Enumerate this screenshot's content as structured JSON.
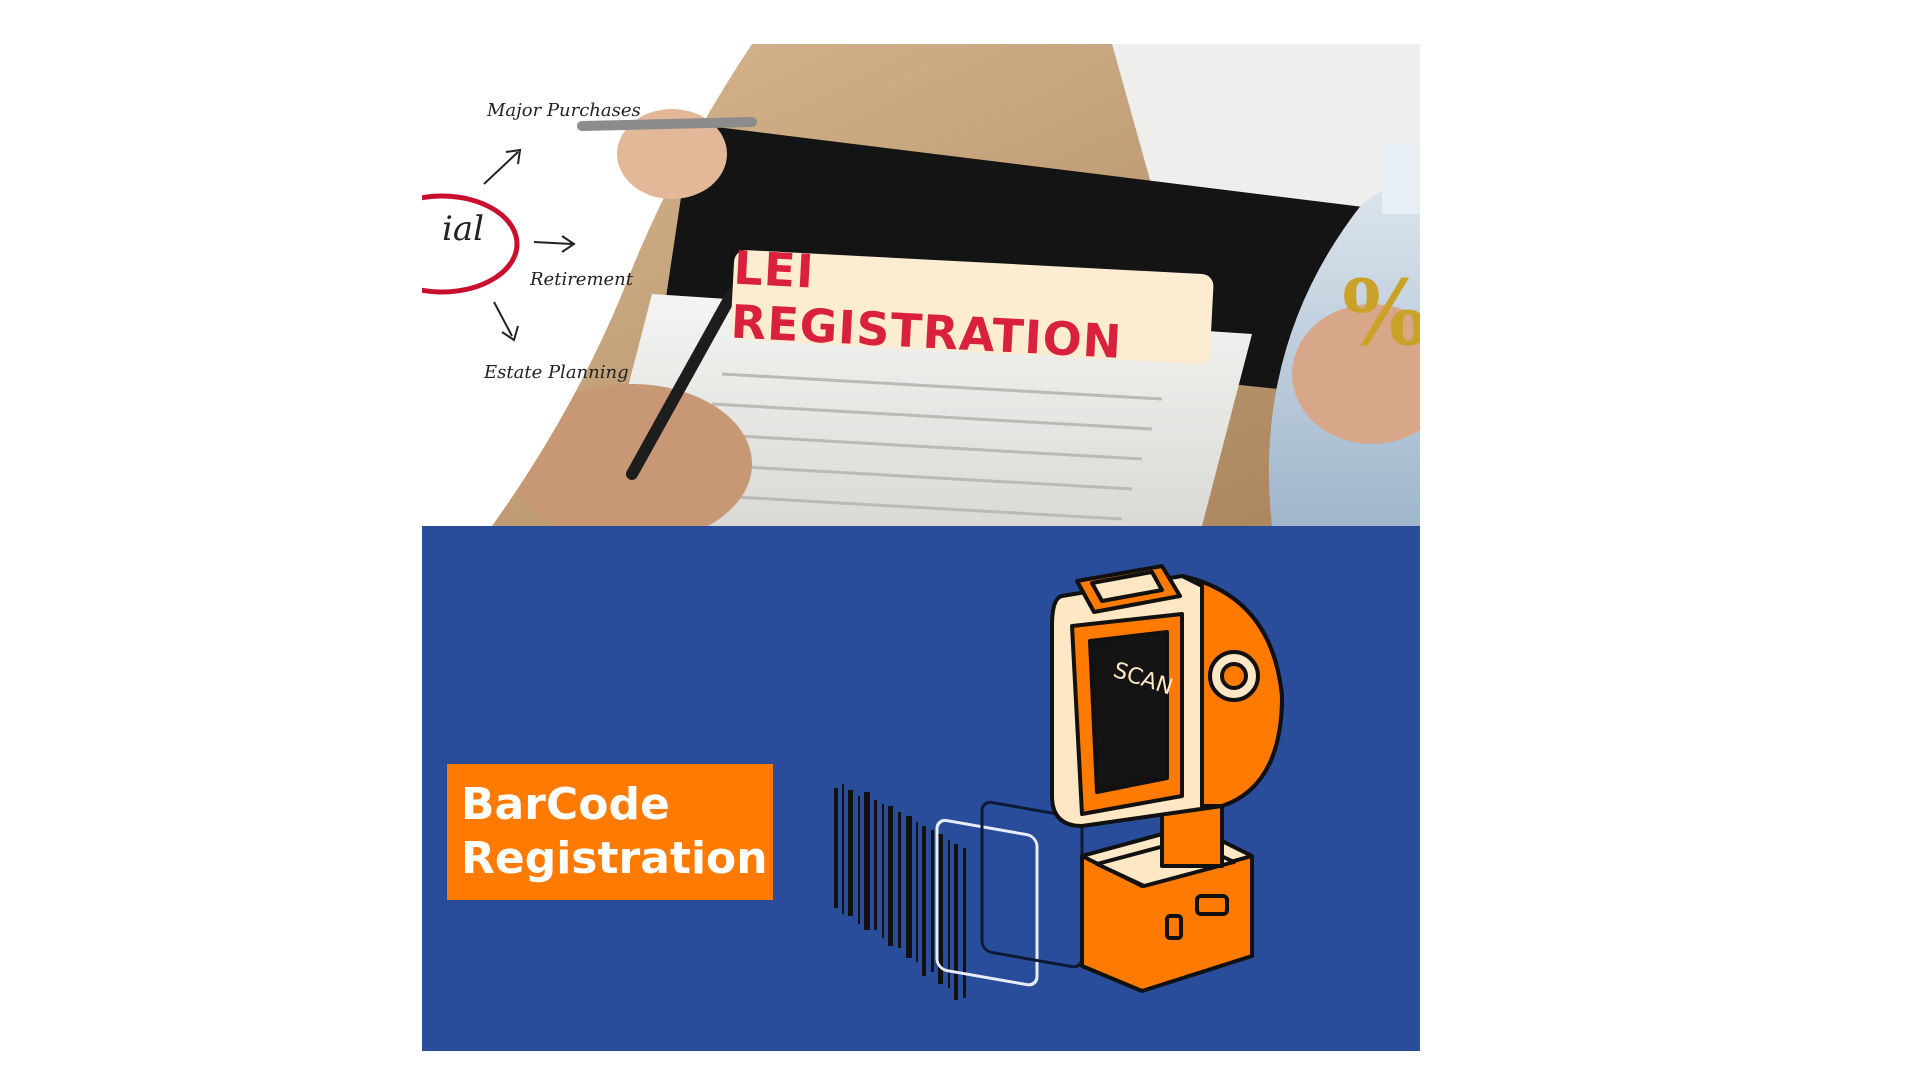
{
  "top_banner": {
    "title": "LEI REGISTRATION",
    "diagram_items": [
      "Major Purchases",
      "Retirement",
      "Estate Planning"
    ],
    "partial_text": "ial",
    "colors": {
      "badge_bg": "#fcecd2",
      "badge_text": "#d9213f",
      "circle": "#c8102e"
    }
  },
  "bottom_banner": {
    "label_line1": "BarCode",
    "label_line2": "Registration",
    "scanner_text": "SCAN",
    "colors": {
      "background": "#2a4d9b",
      "label_bg": "#ff7a00",
      "scanner_orange": "#ff7a00",
      "scanner_cream": "#fde7c4"
    }
  }
}
